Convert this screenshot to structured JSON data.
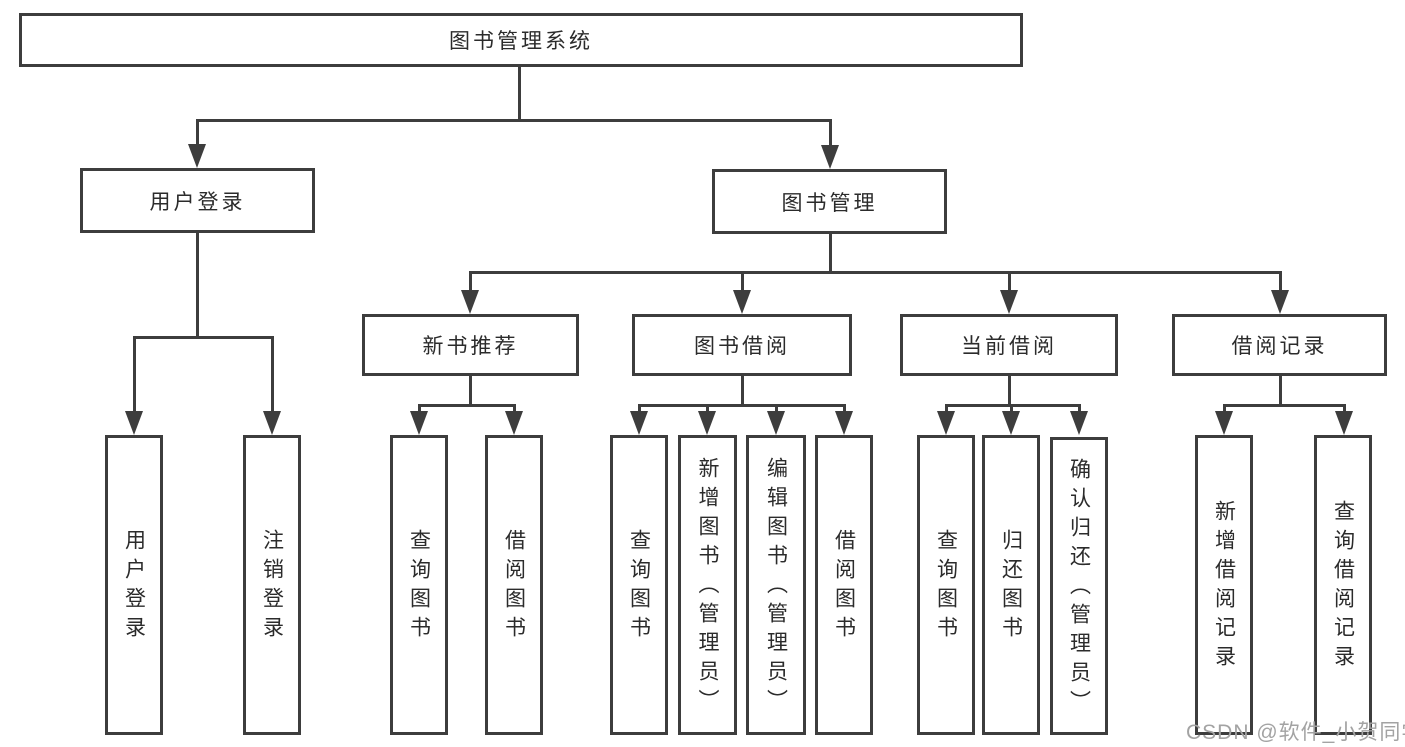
{
  "colors": {
    "line": "#3d3d3d",
    "text": "#2b2b2b",
    "background": "#ffffff",
    "watermark": "#a3a3a3"
  },
  "root": {
    "label": "图书管理系统"
  },
  "level2": [
    {
      "label": "用户登录"
    },
    {
      "label": "图书管理"
    }
  ],
  "level3": [
    {
      "label": "新书推荐"
    },
    {
      "label": "图书借阅"
    },
    {
      "label": "当前借阅"
    },
    {
      "label": "借阅记录"
    }
  ],
  "leaves": {
    "user_login": [
      {
        "label": "用户登录"
      },
      {
        "label": "注销登录"
      }
    ],
    "new_book": [
      {
        "label": "查询图书"
      },
      {
        "label": "借阅图书"
      }
    ],
    "book_borrow": [
      {
        "label": "查询图书"
      },
      {
        "label": "新增图书（管理员）"
      },
      {
        "label": "编辑图书（管理员）"
      },
      {
        "label": "借阅图书"
      }
    ],
    "current_borrow": [
      {
        "label": "查询图书"
      },
      {
        "label": "归还图书"
      },
      {
        "label": "确认归还（管理员）"
      }
    ],
    "borrow_records": [
      {
        "label": "新增借阅记录"
      },
      {
        "label": "查询借阅记录"
      }
    ]
  },
  "watermark": {
    "text": "CSDN @软件_小贺同学"
  }
}
